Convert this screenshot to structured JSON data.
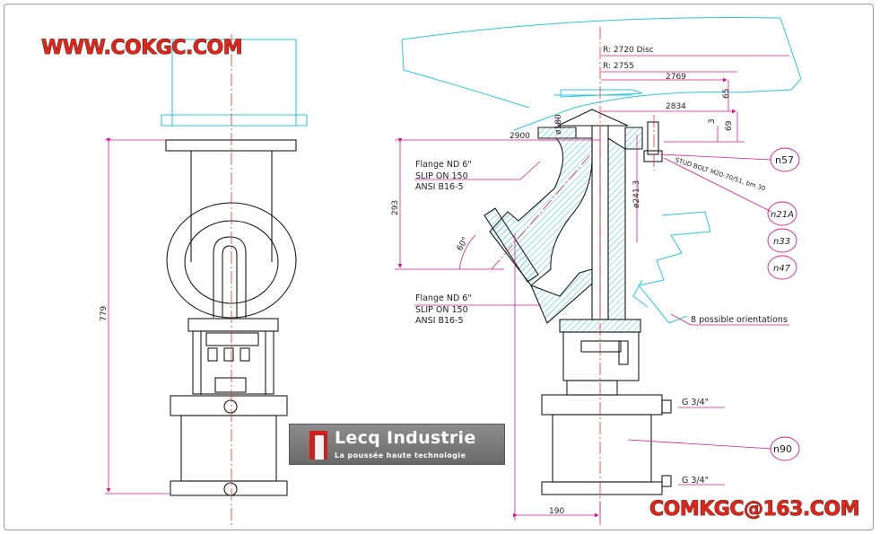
{
  "watermarks": {
    "website": "WWW.COKGC.COM",
    "email": "COMKGC@163.COM"
  },
  "logo": {
    "name": "Lecq Industrie",
    "tagline": "La poussée haute technologie"
  },
  "dimensions": {
    "left_height": "779",
    "radius_disc": "R: 2720 Disc",
    "radius_outer": "R: 2755",
    "d_2769": "2769",
    "d_2834": "2834",
    "d_2900": "2900",
    "d_65": "65",
    "d_69": "69",
    "d_3": "3",
    "d_phi180": "ø180",
    "d_phi241": "ø241.3",
    "d_293": "293",
    "angle_60": "60°",
    "d_190": "190"
  },
  "notes": {
    "flange_top": [
      "Flange ND 6\"",
      "SLIP ON 150",
      "ANSI B16-5"
    ],
    "flange_bottom": [
      "Flange ND 6\"",
      "SLIP ON 150",
      "ANSI B16-5"
    ],
    "stud_bolt": "STUD BOLT M20-70/51, bm 30",
    "orientations": "8 possible orientations",
    "port_top": "G 3/4\"",
    "port_bottom": "G 3/4\""
  },
  "tags": {
    "n57": "n57",
    "n21a": "n21A",
    "n33": "n33",
    "n47": "n47",
    "n90": "n90"
  },
  "colors": {
    "outline": "#1a1a1a",
    "hatch": "#29c9e0",
    "dimension": "#e0198a",
    "centerline": "#e03030",
    "watermark": "#e0261b"
  }
}
